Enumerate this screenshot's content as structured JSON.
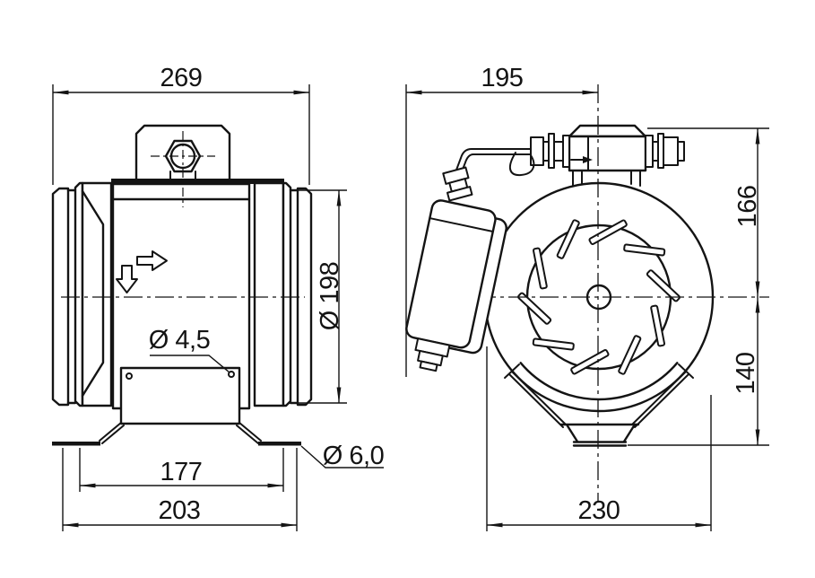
{
  "page": {
    "background_color": "#ffffff",
    "line_color": "#141414"
  },
  "side_view": {
    "overall_width": "269",
    "duct_diameter": "Ø 198",
    "bracket_hole_diameter": "Ø 4,5",
    "foot_hole_diameter": "Ø 6,0",
    "bracket_hole_spacing": "177",
    "foot_span": "203"
  },
  "front_view": {
    "edge_to_center": "195",
    "center_to_top": "166",
    "center_to_bottom": "140",
    "bracket_span": "230"
  }
}
